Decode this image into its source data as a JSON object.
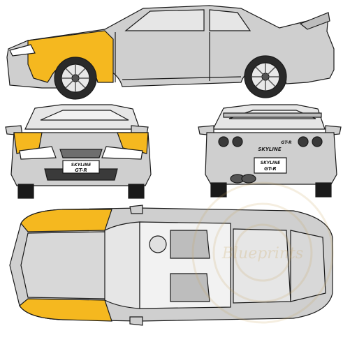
{
  "diagram": {
    "highlight_color": "#f5b81f",
    "body_color": "#cfcfcf",
    "line_color": "#1a1a1a"
  },
  "views": {
    "side": {
      "panels_highlighted": [
        "front-fender"
      ]
    },
    "front": {
      "badge_line1": "SKYLINE",
      "badge_line2": "GT-R",
      "panels_highlighted": [
        "left-fender",
        "right-fender"
      ]
    },
    "rear": {
      "emblem": "SKYLINE",
      "model_badge": "GT-R",
      "plate_line1": "SKYLINE",
      "plate_line2": "GT-R"
    },
    "top": {
      "panels_highlighted": [
        "left-fender",
        "right-fender"
      ]
    }
  },
  "watermark": {
    "text": "Blueprints"
  }
}
